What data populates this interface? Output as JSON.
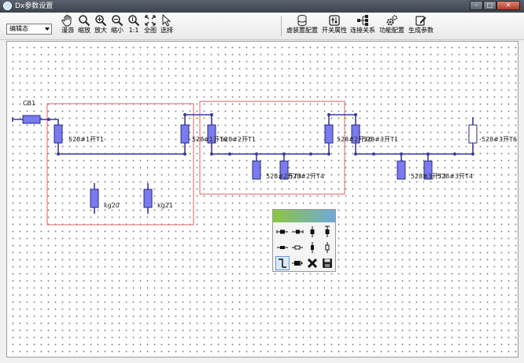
{
  "window": {
    "title": "Dx参数设置"
  },
  "toolbar": {
    "mode_select": "编辑态",
    "buttons": [
      {
        "label": "漫游",
        "icon": "hand-icon"
      },
      {
        "label": "缩放",
        "icon": "magnifier-icon"
      },
      {
        "label": "放大",
        "icon": "zoom-in-icon"
      },
      {
        "label": "缩小",
        "icon": "zoom-out-icon"
      },
      {
        "label": "1:1",
        "icon": "zoom-actual-icon"
      },
      {
        "label": "全图",
        "icon": "fit-all-icon"
      },
      {
        "label": "选择",
        "icon": "pointer-icon"
      }
    ],
    "right_buttons": [
      {
        "label": "虚装置配置",
        "icon": "database-icon"
      },
      {
        "label": "开关属性",
        "icon": "switch-properties-icon"
      },
      {
        "label": "连接关系",
        "icon": "network-icon"
      },
      {
        "label": "功能配置",
        "icon": "gears-icon"
      },
      {
        "label": "生成参数",
        "icon": "edit-icon"
      }
    ]
  },
  "diagram": {
    "labels": {
      "cb1": "CB1",
      "s1": "528#1开T1",
      "s2": "528#1开T6",
      "s3": "528#2开T1",
      "s4": "528#2开T3",
      "s5": "528#2开T4",
      "s6": "528#2开T6",
      "s7": "528#3开T1",
      "s8": "528#3开T3",
      "s9": "528#3开T4",
      "s10": "528#3开T6",
      "kg20": "kg20",
      "kg21": "kg21"
    }
  },
  "colors": {
    "wire": "#3a3aa0",
    "switch_fill": "#7b7bf0",
    "selection": "#e06060"
  }
}
